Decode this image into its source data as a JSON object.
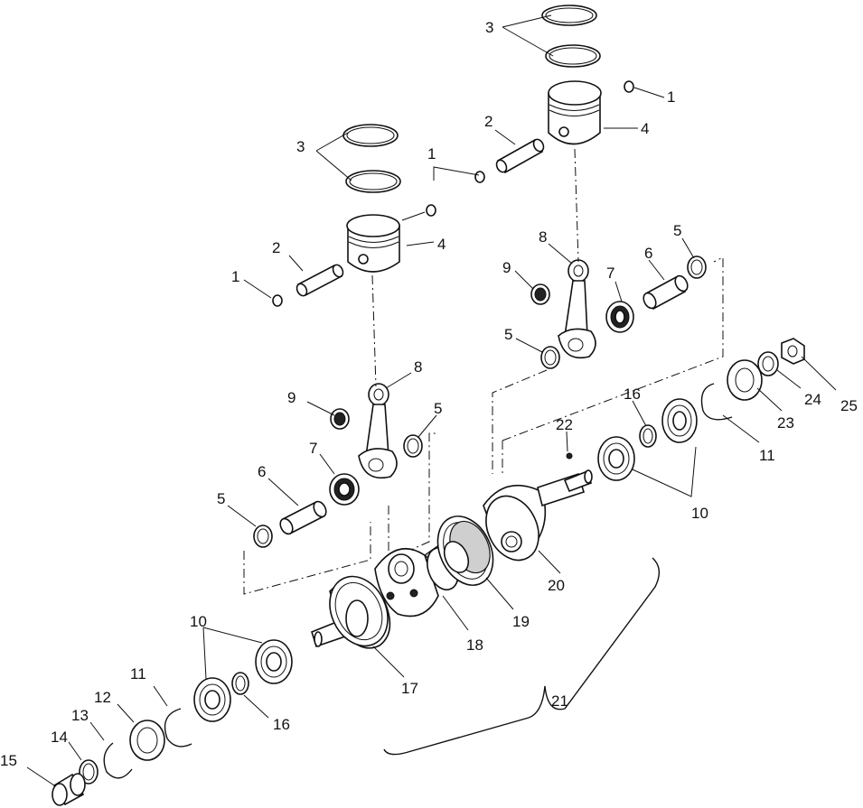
{
  "diagram": {
    "labels": {
      "l1a": "1",
      "l1b": "1",
      "l1c": "1",
      "l2a": "2",
      "l2b": "2",
      "l3a": "3",
      "l3b": "3",
      "l4a": "4",
      "l4b": "4",
      "l5a": "5",
      "l5b": "5",
      "l5c": "5",
      "l5d": "5",
      "l6a": "6",
      "l6b": "6",
      "l7a": "7",
      "l7b": "7",
      "l8a": "8",
      "l8b": "8",
      "l9a": "9",
      "l9b": "9",
      "l10a": "10",
      "l10b": "10",
      "l11a": "11",
      "l11b": "11",
      "l12": "12",
      "l13": "13",
      "l14": "14",
      "l15": "15",
      "l16a": "16",
      "l16b": "16",
      "l17": "17",
      "l18": "18",
      "l19": "19",
      "l20": "20",
      "l21": "21",
      "l22": "22",
      "l23": "23",
      "l24": "24",
      "l25": "25"
    }
  }
}
